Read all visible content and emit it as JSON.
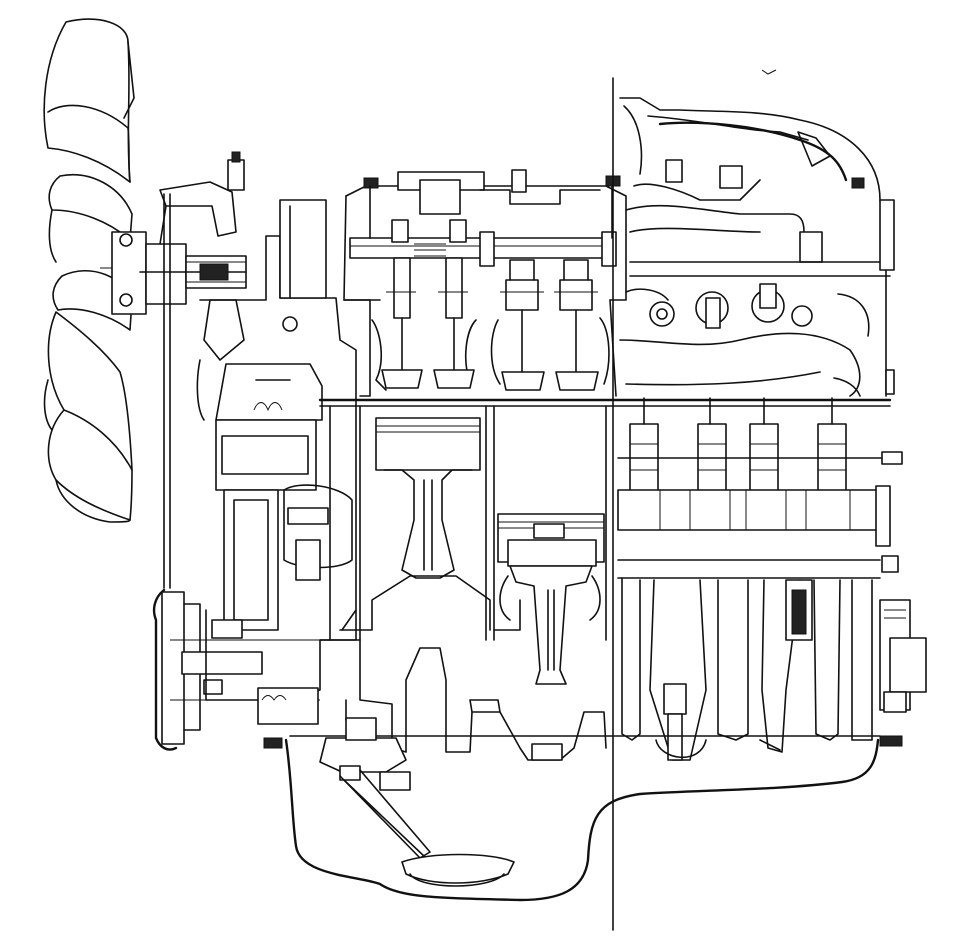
{
  "diagram": {
    "background_color": "#ffffff",
    "line_color": "#111111",
    "components": [
      {
        "id": "cooling-fan",
        "icon": "fan-blade-icon"
      },
      {
        "id": "water-pump",
        "icon": "pump-icon"
      },
      {
        "id": "crankshaft-pulley",
        "icon": "pulley-icon"
      },
      {
        "id": "timing-chain-cover",
        "icon": "cover-icon"
      },
      {
        "id": "cylinder-head",
        "icon": "head-icon"
      },
      {
        "id": "valves",
        "icon": "valve-icon"
      },
      {
        "id": "camshaft",
        "icon": "camshaft-icon"
      },
      {
        "id": "piston",
        "icon": "piston-icon"
      },
      {
        "id": "connecting-rod",
        "icon": "rod-icon"
      },
      {
        "id": "crankshaft",
        "icon": "crankshaft-icon"
      },
      {
        "id": "intake-manifold",
        "icon": "manifold-icon"
      },
      {
        "id": "oil-pan",
        "icon": "oil-pan-icon"
      },
      {
        "id": "oil-strainer",
        "icon": "strainer-icon"
      },
      {
        "id": "rear-oil-seal-housing",
        "icon": "seal-icon"
      },
      {
        "id": "section-divider-line",
        "icon": "line-icon"
      }
    ]
  }
}
